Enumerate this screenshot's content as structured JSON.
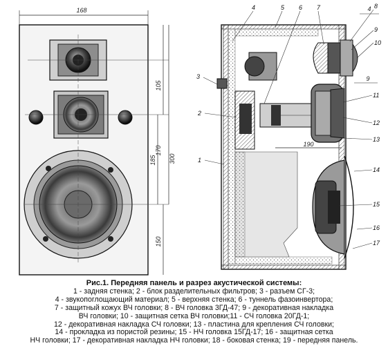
{
  "front_panel": {
    "dimensions": {
      "width": "168",
      "tweeter_center": "105",
      "mid_center": "170",
      "mid_to_woofer": "185",
      "woofer_from_top": "300",
      "woofer_from_bottom": "150"
    }
  },
  "section": {
    "dimensions": {
      "top_right": "4",
      "small_right": "9",
      "depth": "190"
    },
    "callouts": [
      "1",
      "2",
      "3",
      "4",
      "5",
      "6",
      "7",
      "8",
      "9",
      "10",
      "11",
      "12",
      "13",
      "14",
      "15",
      "16",
      "17"
    ]
  },
  "caption": {
    "title": "Рис.1. Передняя панель и разрез акустической системы:",
    "lines": [
      "1 - задняя стенка; 2 - блок разделительных фильтров; 3 - разъем СГ-3;",
      "4 - звукопоглощающий материал; 5 - верхняя стенка; 6 - туннель фазоинвертора;",
      "7 - защитный кожух ВЧ головки; 8 - ВЧ головка 3ГД-47; 9 - декоративная накладка",
      "ВЧ головки; 10 - защитная сетка ВЧ головки;11 - СЧ головка 20ГД-1;",
      "12 - декоративная накладка СЧ головки; 13 - пластина для крепления СЧ головки;",
      "14 - прокладка из пористой резины; 15 - НЧ головка 15ГД-17; 16 - защитная сетка",
      "НЧ головки; 17 - декоративная накладка НЧ головки; 18 - боковая стенка; 19 - передняя панель."
    ]
  }
}
